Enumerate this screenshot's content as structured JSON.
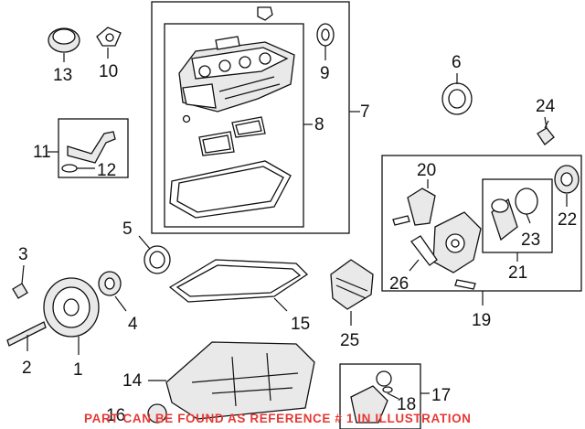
{
  "callouts": {
    "c1": "1",
    "c2": "2",
    "c3": "3",
    "c4": "4",
    "c5": "5",
    "c6": "6",
    "c7": "7",
    "c8": "8",
    "c9": "9",
    "c10": "10",
    "c11": "11",
    "c12": "12",
    "c13": "13",
    "c14": "14",
    "c15": "15",
    "c16": "16",
    "c17": "17",
    "c18": "18",
    "c19": "19",
    "c20": "20",
    "c21": "21",
    "c22": "22",
    "c23": "23",
    "c24": "24",
    "c25": "25",
    "c26": "26"
  },
  "footer_note": "PART CAN BE FOUND AS REFERENCE # 1 IN ILLUSTRATION",
  "colors": {
    "footer": "#e53935",
    "ink": "#111111"
  }
}
